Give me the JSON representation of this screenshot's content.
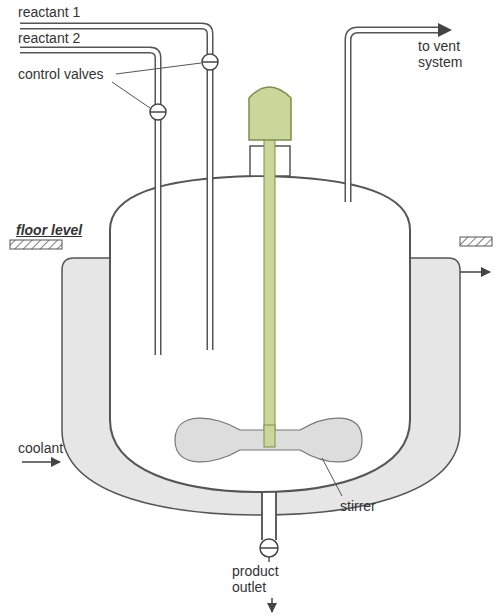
{
  "diagram": {
    "labels": [
      "reactant 1",
      "reactant 2",
      "control valves",
      "to vent system",
      "floor level",
      "coolant",
      "stirrer",
      "product outlet"
    ]
  }
}
